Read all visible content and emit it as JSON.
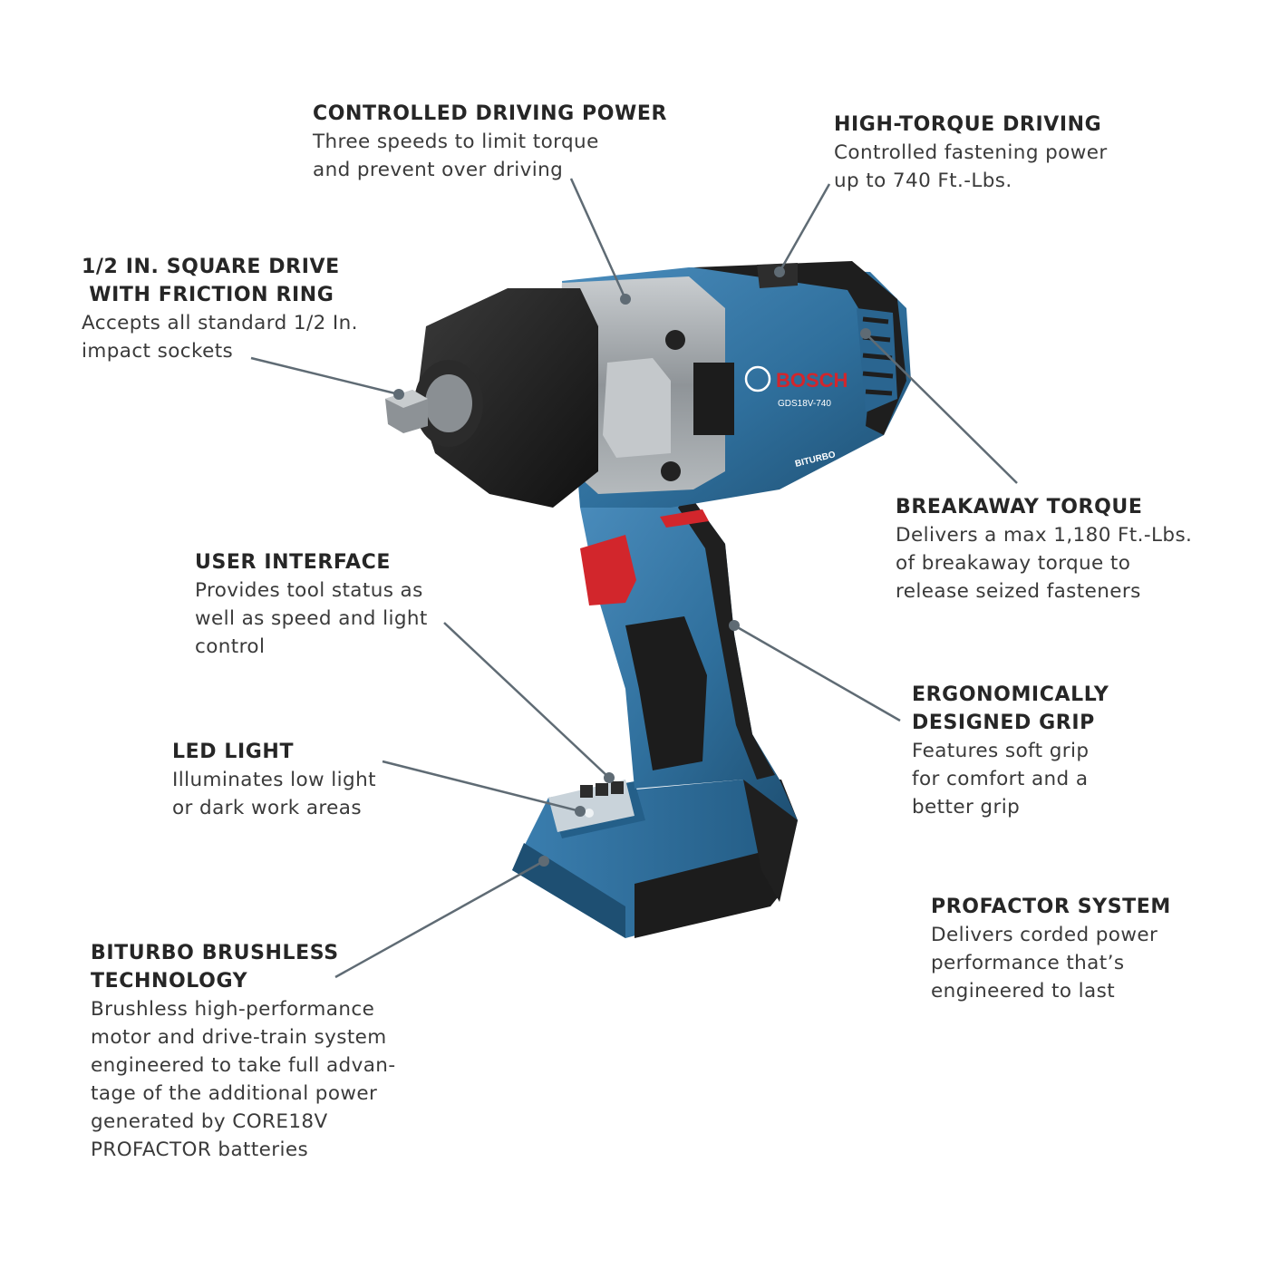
{
  "colors": {
    "tool_blue": "#2f6f9c",
    "tool_blue_light": "#4b8fbf",
    "tool_blue_dark": "#1e4f72",
    "rubber_black": "#1f1f1f",
    "metal_silver": "#9ea3a6",
    "trigger_red": "#d2262c",
    "leader_line": "#5f6b74"
  },
  "tool": {
    "brand": "BOSCH",
    "model": "GDS18V-740",
    "badge": "BITURBO"
  },
  "callouts": {
    "controlled_driving_power": {
      "title": "CONTROLLED DRIVING POWER",
      "desc": "Three speeds to limit torque\nand prevent over driving"
    },
    "high_torque_driving": {
      "title": "HIGH-TORQUE DRIVING",
      "desc": "Controlled fastening power\nup to 740 Ft.-Lbs."
    },
    "square_drive": {
      "title": "1/2 IN. SQUARE DRIVE\n WITH FRICTION RING",
      "desc": "Accepts all standard 1/2 In.\nimpact sockets"
    },
    "breakaway_torque": {
      "title": "BREAKAWAY TORQUE",
      "desc": "Delivers a max 1,180 Ft.-Lbs.\nof breakaway torque to\nrelease seized fasteners"
    },
    "user_interface": {
      "title": "USER INTERFACE",
      "desc": "Provides tool status as\nwell as speed and light\ncontrol"
    },
    "ergonomic_grip": {
      "title": "ERGONOMICALLY\nDESIGNED GRIP",
      "desc": "Features soft grip\nfor comfort and a\nbetter grip"
    },
    "led_light": {
      "title": "LED LIGHT",
      "desc": "Illuminates low light\nor dark work areas"
    },
    "profactor_system": {
      "title": "PROFACTOR SYSTEM",
      "desc": "Delivers corded power\nperformance that’s\nengineered to last"
    },
    "biturbo_brushless": {
      "title": "BITURBO BRUSHLESS\nTECHNOLOGY",
      "desc": "Brushless high-performance\nmotor and drive-train system\nengineered to take full advan-\ntage of the additional power\ngenerated by CORE18V\nPROFACTOR batteries"
    }
  }
}
